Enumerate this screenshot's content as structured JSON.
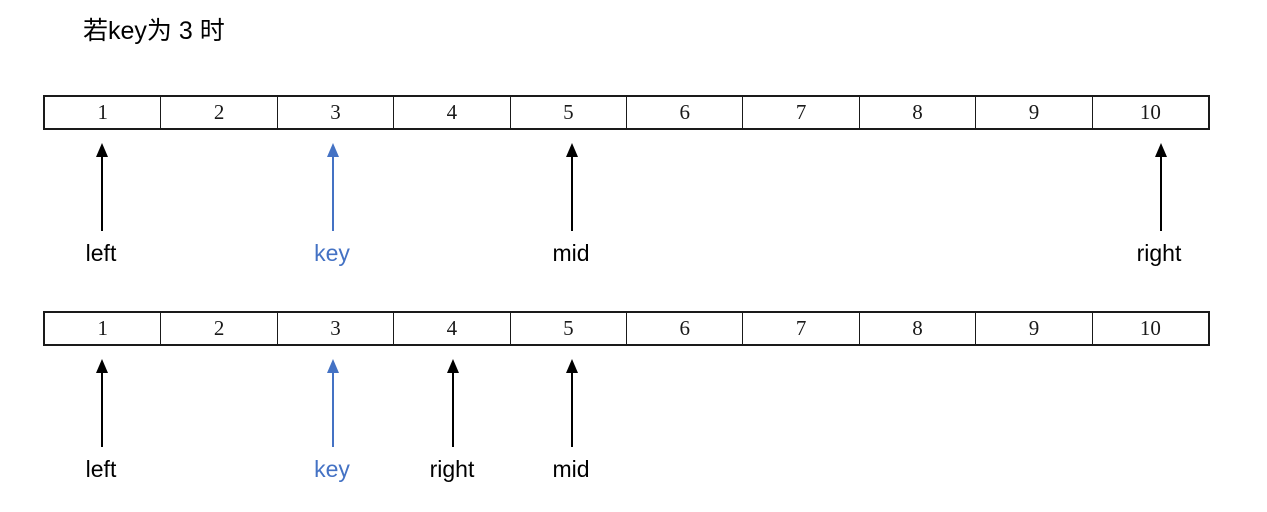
{
  "title": "若key为 3 时",
  "colors": {
    "key_blue": "#4472C4",
    "default_black": "#000000",
    "border": "#1a1a1a",
    "background": "#ffffff"
  },
  "arrays": [
    {
      "name": "array-row-1",
      "cells": [
        "1",
        "2",
        "3",
        "4",
        "5",
        "6",
        "7",
        "8",
        "9",
        "10"
      ],
      "pointers": [
        {
          "label": "left",
          "color": "#000000",
          "cell_index": 0
        },
        {
          "label": "key",
          "color": "#4472C4",
          "cell_index": 2
        },
        {
          "label": "mid",
          "color": "#000000",
          "cell_index": 4
        },
        {
          "label": "right",
          "color": "#000000",
          "cell_index": 9
        }
      ]
    },
    {
      "name": "array-row-2",
      "cells": [
        "1",
        "2",
        "3",
        "4",
        "5",
        "6",
        "7",
        "8",
        "9",
        "10"
      ],
      "pointers": [
        {
          "label": "left",
          "color": "#000000",
          "cell_index": 0
        },
        {
          "label": "key",
          "color": "#4472C4",
          "cell_index": 2
        },
        {
          "label": "right",
          "color": "#000000",
          "cell_index": 3
        },
        {
          "label": "mid",
          "color": "#000000",
          "cell_index": 4
        }
      ]
    }
  ]
}
